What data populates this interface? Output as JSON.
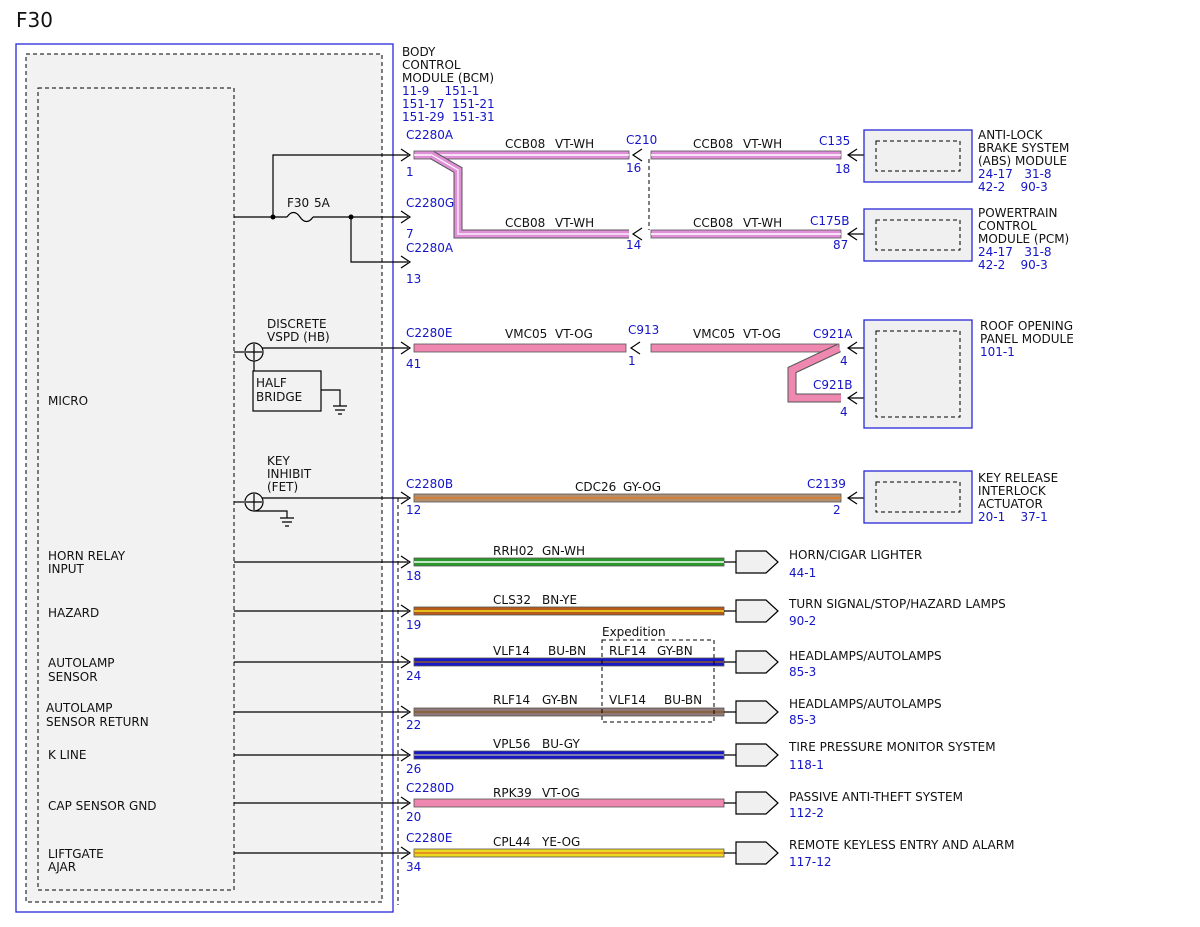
{
  "title": "F30",
  "bcm": {
    "label": [
      "BODY",
      "CONTROL",
      "MODULE (BCM)"
    ],
    "refs": [
      "11-9    151-1",
      "151-17  151-21",
      "151-29  151-31"
    ]
  },
  "micro": {
    "label": "MICRO",
    "inputs": [
      [
        "HORN RELAY",
        "INPUT"
      ],
      [
        "HAZARD"
      ],
      [
        "AUTOLAMP",
        "SENSOR"
      ],
      [
        "AUTOLAMP",
        "SENSOR RETURN"
      ],
      [
        "K LINE"
      ],
      [
        "CAP SENSOR GND"
      ],
      [
        "LIFTGATE",
        "AJAR"
      ]
    ]
  },
  "fuse": {
    "label": "F30",
    "rating": "5A"
  },
  "internal": {
    "discrete": [
      "DISCRETE",
      "VSPD (HB)"
    ],
    "half_bridge": [
      "HALF",
      "BRIDGE"
    ],
    "key_inhibit": [
      "KEY",
      "INHIBIT",
      "(FET)"
    ]
  },
  "bcm_pins": [
    {
      "conn": "C2280A",
      "pin": "1"
    },
    {
      "conn": "C2280G",
      "pin": "7"
    },
    {
      "conn": "C2280A",
      "pin": "13"
    },
    {
      "conn": "C2280E",
      "pin": "41"
    },
    {
      "conn": "C2280B",
      "pin": "12"
    },
    {
      "conn": "",
      "pin": "18"
    },
    {
      "conn": "",
      "pin": "19"
    },
    {
      "conn": "",
      "pin": "24"
    },
    {
      "conn": "",
      "pin": "22"
    },
    {
      "conn": "",
      "pin": "26"
    },
    {
      "conn": "C2280D",
      "pin": "20"
    },
    {
      "conn": "C2280E",
      "pin": "34"
    }
  ],
  "inline": [
    {
      "conn": "C210",
      "pin": "16"
    },
    {
      "conn": "",
      "pin": "14"
    },
    {
      "conn": "C913",
      "pin": "1"
    }
  ],
  "far_pins": [
    {
      "conn": "C135",
      "pin": "18"
    },
    {
      "conn": "C175B",
      "pin": "87"
    },
    {
      "conn": "C921A",
      "pin": "4"
    },
    {
      "conn": "C921B",
      "pin": "4"
    },
    {
      "conn": "C2139",
      "pin": "2"
    }
  ],
  "wire_labels": [
    {
      "circuit": "CCB08",
      "color": "VT-WH"
    },
    {
      "circuit": "CCB08",
      "color": "VT-WH"
    },
    {
      "circuit": "CCB08",
      "color": "VT-WH"
    },
    {
      "circuit": "CCB08",
      "color": "VT-WH"
    },
    {
      "circuit": "VMC05",
      "color": "VT-OG"
    },
    {
      "circuit": "VMC05",
      "color": "VT-OG"
    },
    {
      "circuit": "CDC26",
      "color": "GY-OG"
    },
    {
      "circuit": "RRH02",
      "color": "GN-WH"
    },
    {
      "circuit": "CLS32",
      "color": "BN-YE"
    },
    {
      "circuit": "VLF14",
      "color": "BU-BN"
    },
    {
      "circuit": "RLF14",
      "color": "GY-BN"
    },
    {
      "circuit": "VPL56",
      "color": "BU-GY"
    },
    {
      "circuit": "RPK39",
      "color": "VT-OG"
    },
    {
      "circuit": "CPL44",
      "color": "YE-OG"
    }
  ],
  "expedition": {
    "label": "Expedition",
    "rows": [
      {
        "circuit": "RLF14",
        "color": "GY-BN"
      },
      {
        "circuit": "VLF14",
        "color": "BU-BN"
      }
    ]
  },
  "modules": [
    {
      "lines": [
        "ANTI-LOCK",
        "BRAKE SYSTEM",
        "(ABS) MODULE"
      ],
      "refs": [
        "24-17   31-8",
        "42-2    90-3"
      ]
    },
    {
      "lines": [
        "POWERTRAIN",
        "CONTROL",
        "MODULE (PCM)"
      ],
      "refs": [
        "24-17   31-8",
        "42-2    90-3"
      ]
    },
    {
      "lines": [
        "ROOF OPENING",
        "PANEL MODULE"
      ],
      "refs": [
        "101-1"
      ]
    },
    {
      "lines": [
        "KEY RELEASE",
        "INTERLOCK",
        "ACTUATOR"
      ],
      "refs": [
        "20-1    37-1"
      ]
    }
  ],
  "outputs": [
    {
      "label": "HORN/CIGAR LIGHTER",
      "ref": "44-1"
    },
    {
      "label": "TURN SIGNAL/STOP/HAZARD LAMPS",
      "ref": "90-2"
    },
    {
      "label": "HEADLAMPS/AUTOLAMPS",
      "ref": "85-3"
    },
    {
      "label": "HEADLAMPS/AUTOLAMPS",
      "ref": "85-3"
    },
    {
      "label": "TIRE PRESSURE MONITOR SYSTEM",
      "ref": "118-1"
    },
    {
      "label": "PASSIVE ANTI-THEFT SYSTEM",
      "ref": "112-2"
    },
    {
      "label": "REMOTE KEYLESS ENTRY AND ALARM",
      "ref": "117-12"
    }
  ],
  "colors": {
    "violet_white": "#e090d8",
    "violet_orange": "#ee88b0",
    "gray_orange": "#b09070",
    "green_white": "#2a9a2a",
    "brown_yellow": "#b85a18",
    "blue_brown": "#1818c8",
    "gray_brown": "#907878",
    "blue_gray": "#1818c8",
    "yellow_orange": "#ecd820",
    "ref_text": "#1414c8",
    "module_fill": "#f0f0f0"
  }
}
